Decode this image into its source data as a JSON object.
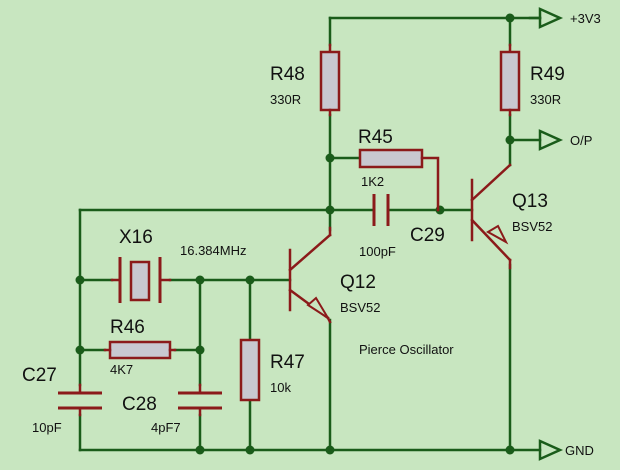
{
  "power": {
    "vcc_label": "+3V3",
    "gnd_label": "GND",
    "output_label": "O/P"
  },
  "components": {
    "R48": {
      "ref": "R48",
      "value": "330R"
    },
    "R49": {
      "ref": "R49",
      "value": "330R"
    },
    "R45": {
      "ref": "R45",
      "value": "1K2"
    },
    "R46": {
      "ref": "R46",
      "value": "4K7"
    },
    "R47": {
      "ref": "R47",
      "value": "10k"
    },
    "C27": {
      "ref": "C27",
      "value": "10pF"
    },
    "C28": {
      "ref": "C28",
      "value": "4pF7"
    },
    "C29": {
      "ref": "C29",
      "value": "100pF"
    },
    "X16": {
      "ref": "X16",
      "value": "16.384MHz"
    },
    "Q12": {
      "ref": "Q12",
      "value": "BSV52"
    },
    "Q13": {
      "ref": "Q13",
      "value": "BSV52"
    }
  },
  "caption": "Pierce Oscillator"
}
